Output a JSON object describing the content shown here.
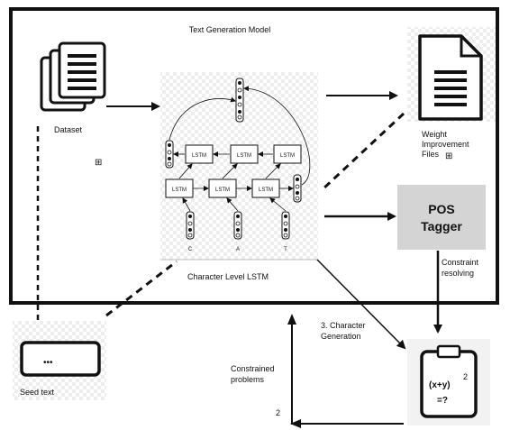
{
  "title": "Text Generation Model",
  "dataset": {
    "label": "Dataset",
    "expand_symbol": "⊞"
  },
  "lstm": {
    "caption": "Character Level LSTM",
    "cell_label": "LSTM",
    "inputs": [
      "C",
      "A",
      "T"
    ]
  },
  "weight_files": {
    "line1": "Weight",
    "line2": "Improvement",
    "line3": "Files",
    "expand_symbol": "⊞"
  },
  "pos_tagger": {
    "line1": "POS",
    "line2": "Tagger"
  },
  "constraint_resolving": {
    "line1": "Constraint",
    "line2": "resolving"
  },
  "character_generation": {
    "line1": "3. Character",
    "line2": "Generation"
  },
  "constrained_problems": {
    "line1": "Constrained",
    "line2": "problems"
  },
  "step_two": "2",
  "seed_text": {
    "label": "Seed text",
    "dots": "•••"
  },
  "math_card": {
    "formula": "(x+y)",
    "exponent": "2",
    "result": "=?"
  }
}
